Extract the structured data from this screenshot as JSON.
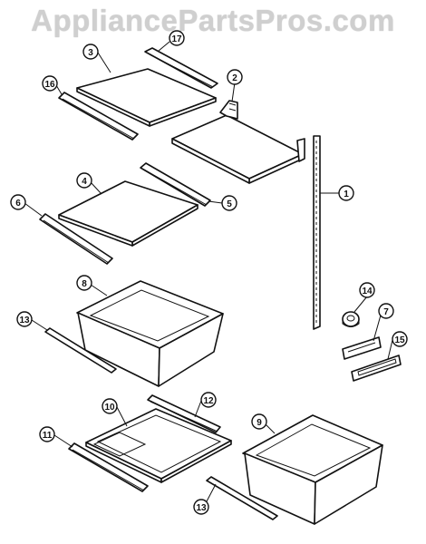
{
  "watermark": "AppliancePartsPros.com",
  "callouts": [
    "1",
    "2",
    "3",
    "4",
    "5",
    "6",
    "7",
    "8",
    "9",
    "10",
    "11",
    "12",
    "13",
    "13",
    "14",
    "15",
    "16",
    "17"
  ]
}
